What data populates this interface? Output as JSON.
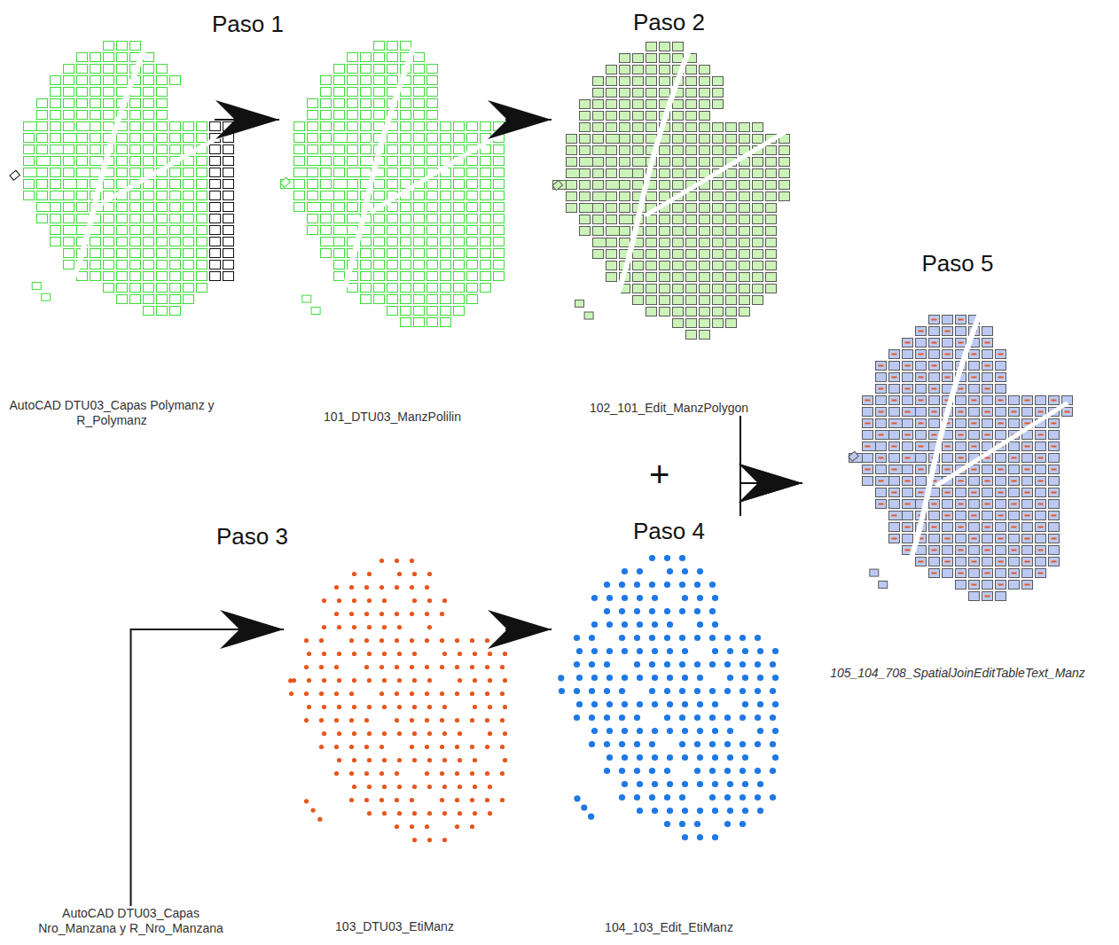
{
  "diagram": {
    "nodes": [
      {
        "text": [
          "AutoCAD DTU03_Capas Polymanz y R_Polymanz"
        ]
      },
      {
        "text": [
          "101_DTU03_ManzPolilin"
        ]
      },
      {
        "text": [
          "Paso 2",
          "102_101_Edit_ManzPolygon"
        ]
      },
      {
        "text": [
          "AutoCAD DTU03_Capas Nro_Manzana y R_Nro_Manzana"
        ]
      },
      {
        "text": [
          "103_DTU03_EtiManz"
        ]
      },
      {
        "text": [
          "Paso 4",
          "104_103_Edit_EtiManz"
        ]
      },
      {
        "text": [
          "Paso 5",
          "105_104_708_SpatialJoinEditTableText_Manz"
        ]
      }
    ],
    "edges": [
      {
        "from": 0,
        "to": 1,
        "arrow": "to",
        "label": "Paso 1"
      },
      {
        "from": 1,
        "to": 2,
        "arrow": "to"
      },
      {
        "from": 3,
        "to": 4,
        "arrow": "to",
        "label": "Paso 3"
      },
      {
        "from": 4,
        "to": 5,
        "arrow": "to"
      },
      {
        "from": 2,
        "to": 6,
        "arrow": "to"
      },
      {
        "from": 5,
        "to": 6,
        "arrow": "to"
      }
    ],
    "labels": [
      "+"
    ]
  }
}
